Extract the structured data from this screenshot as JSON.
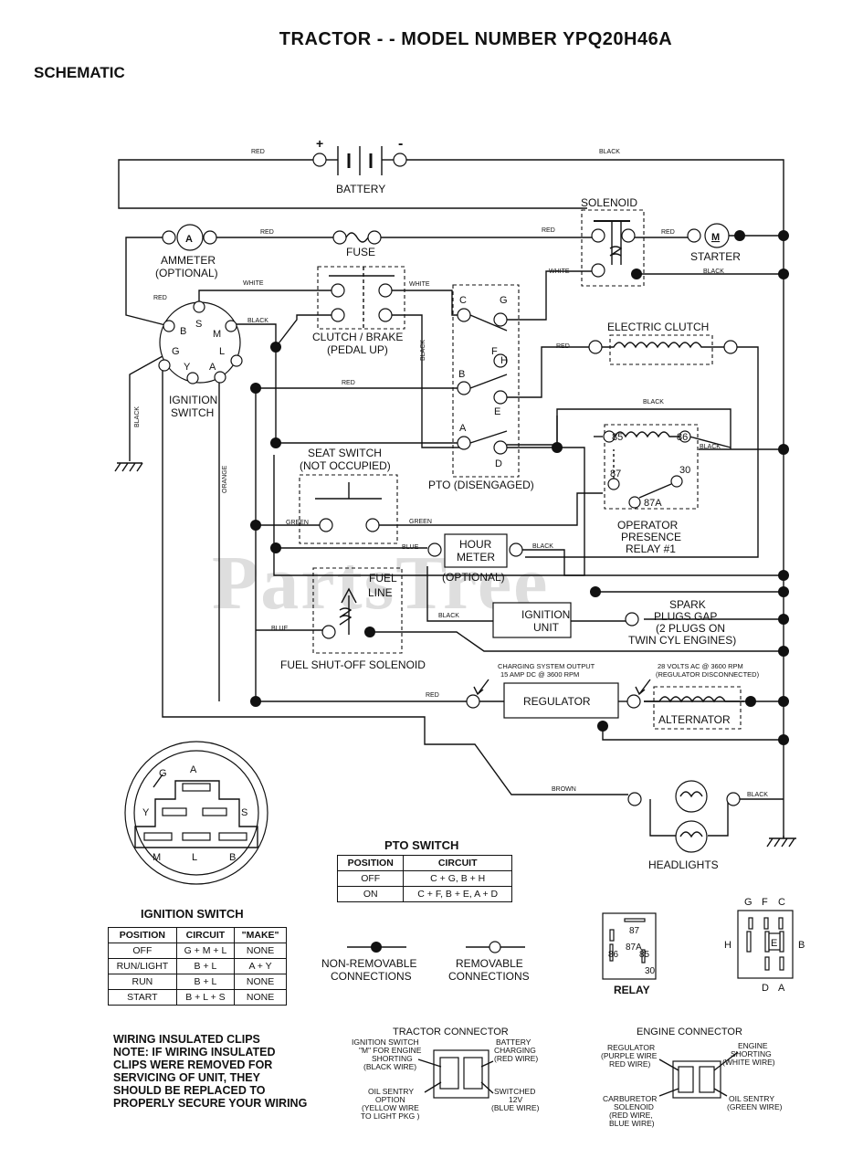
{
  "header": {
    "title": "TRACTOR - - MODEL NUMBER YPQ20H46A",
    "section": "SCHEMATIC"
  },
  "components": {
    "battery": "BATTERY",
    "battery_plus": "+",
    "battery_minus": "-",
    "solenoid": "SOLENOID",
    "ammeter": "AMMETER",
    "ammeter_optional": "(OPTIONAL)",
    "ammeter_symbol": "A",
    "fuse": "FUSE",
    "starter": "STARTER",
    "starter_symbol": "M",
    "clutch_brake": "CLUTCH / BRAKE",
    "clutch_brake_state": "(PEDAL UP)",
    "electric_clutch": "ELECTRIC CLUTCH",
    "ignition_switch_1": "IGNITION",
    "ignition_switch_2": "SWITCH",
    "seat_switch": "SEAT SWITCH",
    "seat_switch_state": "(NOT OCCUPIED)",
    "pto": "PTO (DISENGAGED)",
    "hour_meter_1": "HOUR",
    "hour_meter_2": "METER",
    "hour_meter_optional": "(OPTIONAL)",
    "fuel_line_1": "FUEL",
    "fuel_line_2": "LINE",
    "fuel_solenoid": "FUEL SHUT-OFF SOLENOID",
    "ignition_unit_1": "IGNITION",
    "ignition_unit_2": "UNIT",
    "spark_1": "SPARK",
    "spark_2": "PLUGS GAP",
    "spark_3": "(2 PLUGS ON",
    "spark_4": "TWIN CYL ENGINES)",
    "operator_1": "OPERATOR",
    "operator_2": "PRESENCE",
    "operator_3": "RELAY #1",
    "regulator": "REGULATOR",
    "alternator": "ALTERNATOR",
    "charging_1": "CHARGING SYSTEM OUTPUT",
    "charging_2": "15 AMP DC @ 3600 RPM",
    "volts_1": "28 VOLTS AC @ 3600 RPM",
    "volts_2": "(REGULATOR DISCONNECTED)",
    "headlights": "HEADLIGHTS"
  },
  "wires": {
    "red": "RED",
    "black": "BLACK",
    "white": "WHITE",
    "green": "GREEN",
    "blue": "BLUE",
    "orange": "ORANGE",
    "brown": "BROWN"
  },
  "terminals": {
    "ign": [
      "B",
      "S",
      "M",
      "G",
      "L",
      "Y",
      "A"
    ],
    "pto": [
      "C",
      "G",
      "F",
      "H",
      "B",
      "E",
      "A",
      "D"
    ],
    "relay": [
      "85",
      "86",
      "87",
      "30",
      "87A"
    ],
    "ign_switch_face": [
      "G",
      "A",
      "Y",
      "S",
      "M",
      "L",
      "B"
    ],
    "relay_face": [
      "87",
      "86",
      "87A",
      "85",
      "30"
    ],
    "pto_face": [
      "G",
      "F",
      "C",
      "H",
      "E",
      "B",
      "D",
      "A"
    ]
  },
  "pto_table": {
    "title": "PTO SWITCH",
    "headers": [
      "POSITION",
      "CIRCUIT"
    ],
    "rows": [
      [
        "OFF",
        "C + G, B + H"
      ],
      [
        "ON",
        "C + F, B + E, A + D"
      ]
    ]
  },
  "ignition_table": {
    "title": "IGNITION SWITCH",
    "headers": [
      "POSITION",
      "CIRCUIT",
      "\"MAKE\""
    ],
    "rows": [
      [
        "OFF",
        "G + M + L",
        "NONE"
      ],
      [
        "RUN/LIGHT",
        "B + L",
        "A + Y"
      ],
      [
        "RUN",
        "B + L",
        "NONE"
      ],
      [
        "START",
        "B + L + S",
        "NONE"
      ]
    ]
  },
  "legend": {
    "non_removable_1": "NON-REMOVABLE",
    "non_removable_2": "CONNECTIONS",
    "removable_1": "REMOVABLE",
    "removable_2": "CONNECTIONS",
    "relay": "RELAY"
  },
  "note": {
    "title": "WIRING INSULATED CLIPS",
    "lines": [
      "NOTE: IF WIRING INSULATED",
      "CLIPS WERE REMOVED FOR",
      "SERVICING OF UNIT, THEY",
      "SHOULD BE REPLACED TO",
      "PROPERLY SECURE YOUR WIRING"
    ]
  },
  "tractor_connector": {
    "title": "TRACTOR CONNECTOR",
    "left_top": [
      "IGNITION SWITCH",
      "\"M\" FOR ENGINE",
      "SHORTING",
      "(BLACK WIRE)"
    ],
    "right_top": [
      "BATTERY",
      "CHARGING",
      "(RED WIRE)"
    ],
    "left_bottom": [
      "OIL SENTRY",
      "OPTION",
      "(YELLOW WIRE",
      "TO LIGHT PKG )"
    ],
    "right_bottom": [
      "SWITCHED",
      "12V",
      "(BLUE WIRE)"
    ]
  },
  "engine_connector": {
    "title": "ENGINE CONNECTOR",
    "left_top": [
      "REGULATOR",
      "(PURPLE WIRE",
      "RED WIRE)"
    ],
    "right_top": [
      "ENGINE",
      "SHORTING",
      "(WHITE WIRE)"
    ],
    "left_bottom": [
      "CARBURETOR",
      "SOLENOID",
      "(RED WIRE,",
      "BLUE WIRE)"
    ],
    "right_bottom": [
      "OIL SENTRY",
      "(GREEN WIRE)"
    ]
  },
  "watermark": "PartsTree"
}
